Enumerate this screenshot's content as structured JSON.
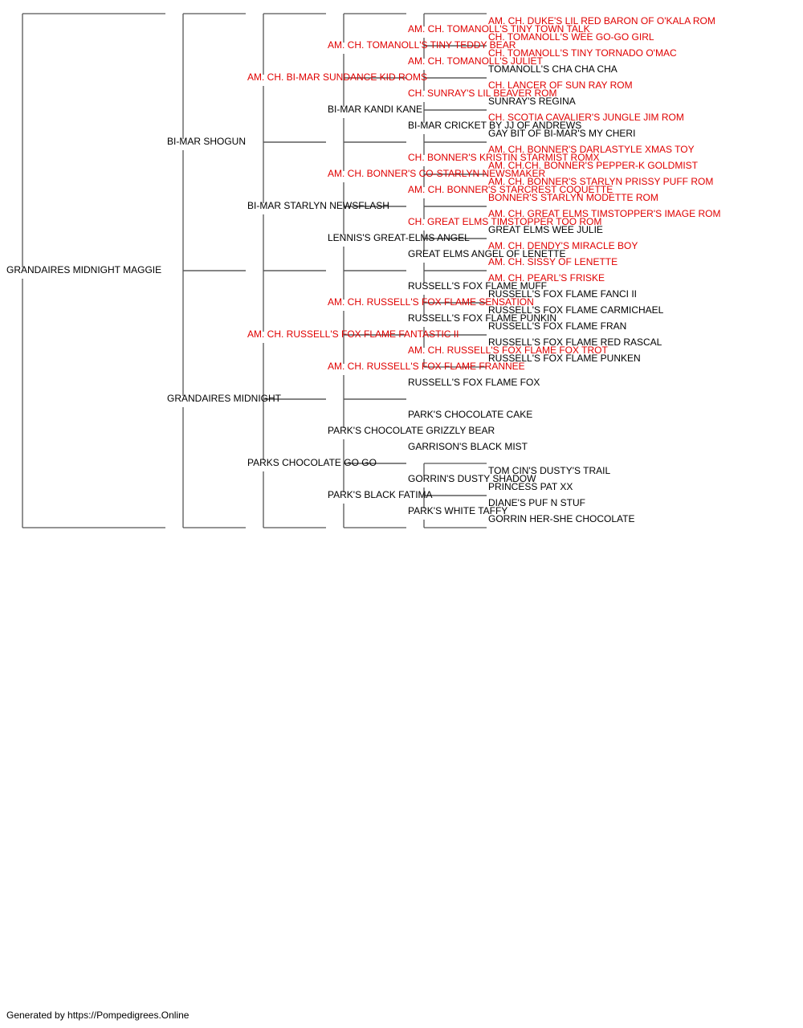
{
  "pedigree": [
    {
      "name": "GRANDAIRES MIDNIGHT MAGGIE",
      "champion": false
    },
    {
      "name": "BI-MAR SHOGUN",
      "champion": false
    },
    {
      "name": "GRANDAIRES MIDNIGHT",
      "champion": false
    },
    {
      "name": "AM. CH. BI-MAR SUNDANCE KID ROMS",
      "champion": true
    },
    {
      "name": "BI-MAR STARLYN NEWSFLASH",
      "champion": false
    },
    {
      "name": "AM. CH. RUSSELL'S FOX FLAME FANTASTIC II",
      "champion": true
    },
    {
      "name": "PARKS CHOCOLATE GO GO",
      "champion": false
    },
    {
      "name": "AM. CH. TOMANOLL'S TINY TEDDY BEAR",
      "champion": true
    },
    {
      "name": "BI-MAR KANDI KANE",
      "champion": false
    },
    {
      "name": "AM. CH. BONNER'S CO-STARLYN NEWSMAKER",
      "champion": true
    },
    {
      "name": "LENNIS'S GREAT-ELMS ANGEL",
      "champion": false
    },
    {
      "name": "AM. CH. RUSSELL'S FOX FLAME SENSATION",
      "champion": true
    },
    {
      "name": "AM. CH. RUSSELL'S FOX FLAME FRANNEE",
      "champion": true
    },
    {
      "name": "PARK'S CHOCOLATE GRIZZLY BEAR",
      "champion": false
    },
    {
      "name": "PARK'S BLACK FATIMA",
      "champion": false
    },
    {
      "name": "AM. CH. TOMANOLL'S TINY TOWN TALK",
      "champion": true
    },
    {
      "name": "AM. CH. TOMANOLL'S JULIET",
      "champion": true
    },
    {
      "name": "CH. SUNRAY'S LIL BEAVER ROM",
      "champion": true
    },
    {
      "name": "BI-MAR CRICKET BY JJ OF ANDREWS",
      "champion": false
    },
    {
      "name": "CH. BONNER'S KRISTIN STARMIST ROMX",
      "champion": true
    },
    {
      "name": "AM. CH. BONNER'S STARCREST COQUETTE",
      "champion": true
    },
    {
      "name": "CH. GREAT ELMS TIMSTOPPER TOO ROM",
      "champion": true
    },
    {
      "name": "GREAT ELMS ANGEL OF LENETTE",
      "champion": false
    },
    {
      "name": "RUSSELL'S FOX FLAME MUFF",
      "champion": false
    },
    {
      "name": "RUSSELL'S FOX FLAME PUNKIN",
      "champion": false
    },
    {
      "name": "AM. CH. RUSSELL'S FOX FLAME FOX TROT",
      "champion": true
    },
    {
      "name": "RUSSELL'S FOX FLAME FOX",
      "champion": false
    },
    {
      "name": "PARK'S CHOCOLATE CAKE",
      "champion": false
    },
    {
      "name": "GARRISON'S BLACK MIST",
      "champion": false
    },
    {
      "name": "GORRIN'S DUSTY SHADOW",
      "champion": false
    },
    {
      "name": "PARK'S WHITE TAFFY",
      "champion": false
    },
    {
      "name": "AM. CH. DUKE'S LIL RED BARON OF O'KALA ROM",
      "champion": true
    },
    {
      "name": "CH. TOMANOLL'S WEE GO-GO GIRL",
      "champion": true
    },
    {
      "name": "CH. TOMANOLL'S TINY TORNADO O'MAC",
      "champion": true
    },
    {
      "name": "TOMANOLL'S CHA CHA CHA",
      "champion": false
    },
    {
      "name": "CH. LANCER OF SUN RAY ROM",
      "champion": true
    },
    {
      "name": "SUNRAY'S REGINA",
      "champion": false
    },
    {
      "name": "CH. SCOTIA CAVALIER'S JUNGLE JIM ROM",
      "champion": true
    },
    {
      "name": "GAY BIT OF BI-MAR'S MY CHERI",
      "champion": false
    },
    {
      "name": "AM. CH. BONNER'S DARLASTYLE XMAS TOY",
      "champion": true
    },
    {
      "name": "AM. CH.CH. BONNER'S PEPPER-K GOLDMIST",
      "champion": true
    },
    {
      "name": "AM. CH. BONNER'S STARLYN PRISSY PUFF ROM",
      "champion": true
    },
    {
      "name": "BONNER'S STARLYN MODETTE ROM",
      "champion": true
    },
    {
      "name": "AM. CH. GREAT ELMS TIMSTOPPER'S IMAGE ROM",
      "champion": true
    },
    {
      "name": "GREAT ELMS WEE JULIE",
      "champion": false
    },
    {
      "name": "AM. CH. DENDY'S MIRACLE BOY",
      "champion": true
    },
    {
      "name": "AM. CH. SISSY OF LENETTE",
      "champion": true
    },
    {
      "name": "AM. CH. PEARL'S FRISKE",
      "champion": true
    },
    {
      "name": "RUSSELL'S FOX FLAME FANCI II",
      "champion": false
    },
    {
      "name": "RUSSELL'S FOX FLAME CARMICHAEL",
      "champion": false
    },
    {
      "name": "RUSSELL'S FOX FLAME FRAN",
      "champion": false
    },
    {
      "name": "RUSSELL'S FOX FLAME RED RASCAL",
      "champion": false
    },
    {
      "name": "RUSSELL'S FOX FLAME PUNKEN",
      "champion": false
    },
    null,
    null,
    null,
    null,
    null,
    null,
    {
      "name": "TOM CIN'S DUSTY'S TRAIL",
      "champion": false
    },
    {
      "name": "PRINCESS PAT XX",
      "champion": false
    },
    {
      "name": "DIANE'S PUF N STUF",
      "champion": false
    },
    {
      "name": "GORRIN HER-SHE CHOCOLATE",
      "champion": false
    }
  ],
  "colors": {
    "champion": "#e00000",
    "normal": "#000000",
    "lines": "#555555"
  },
  "footer": "Generated by https://Pompedigrees.Online"
}
